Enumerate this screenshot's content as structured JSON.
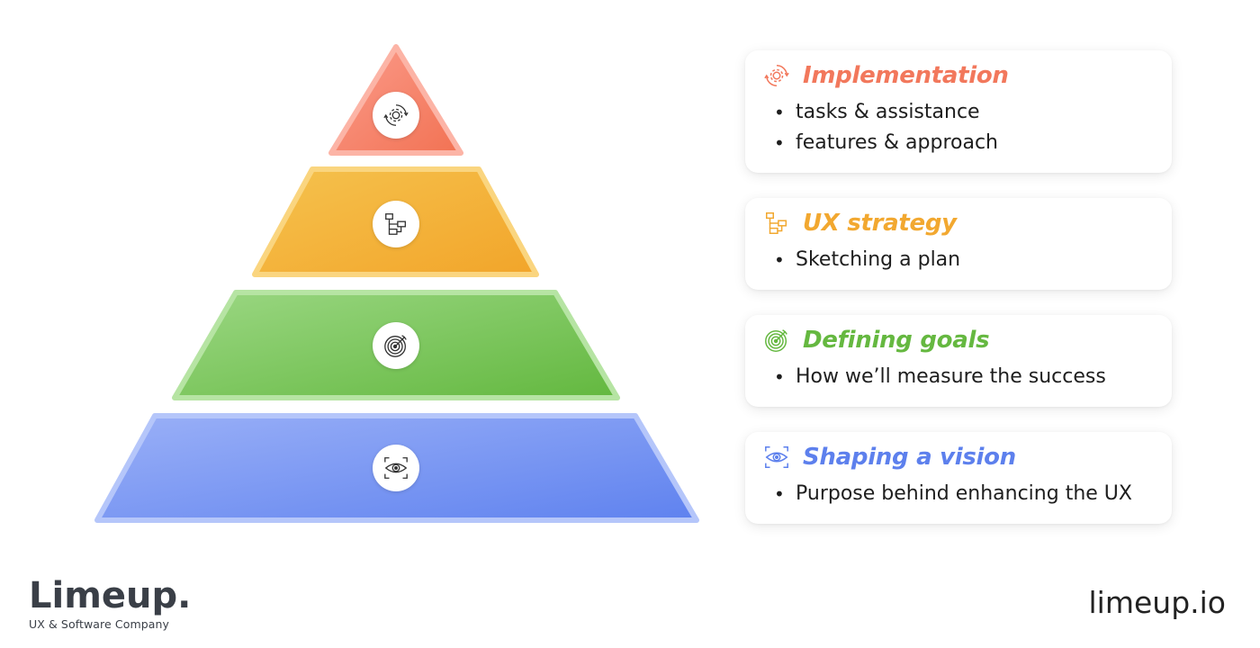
{
  "pyramid": {
    "levels": [
      {
        "name": "Implementation",
        "icon": "gear-cycle-icon",
        "color_light": "#fb9c8c",
        "color_dark": "#f27253",
        "color_border": "#fcb4a6"
      },
      {
        "name": "UX strategy",
        "icon": "flowchart-icon",
        "color_light": "#f5c24e",
        "color_dark": "#f2a52a",
        "color_border": "#fad57f"
      },
      {
        "name": "Defining goals",
        "icon": "target-icon",
        "color_light": "#9bd783",
        "color_dark": "#63b83f",
        "color_border": "#b6e4a3"
      },
      {
        "name": "Shaping a vision",
        "icon": "eye-scan-icon",
        "color_light": "#9ab0f7",
        "color_dark": "#5f82ef",
        "color_border": "#b5c6fa"
      }
    ]
  },
  "cards": [
    {
      "title": "Implementation",
      "color": "#f2785c",
      "icon": "gear-cycle-icon",
      "bullets": [
        "tasks & assistance",
        "features & approach"
      ]
    },
    {
      "title": "UX strategy",
      "color": "#f2a830",
      "icon": "flowchart-icon",
      "bullets": [
        "Sketching a plan"
      ]
    },
    {
      "title": "Defining goals",
      "color": "#65b840",
      "icon": "target-icon",
      "bullets": [
        "How we’ll measure the success"
      ]
    },
    {
      "title": "Shaping a vision",
      "color": "#5d80ed",
      "icon": "eye-scan-icon",
      "bullets": [
        "Purpose behind enhancing the UX"
      ]
    }
  ],
  "footer": {
    "brand": "Limeup.",
    "tagline": "UX & Software Company",
    "website": "limeup.io"
  }
}
